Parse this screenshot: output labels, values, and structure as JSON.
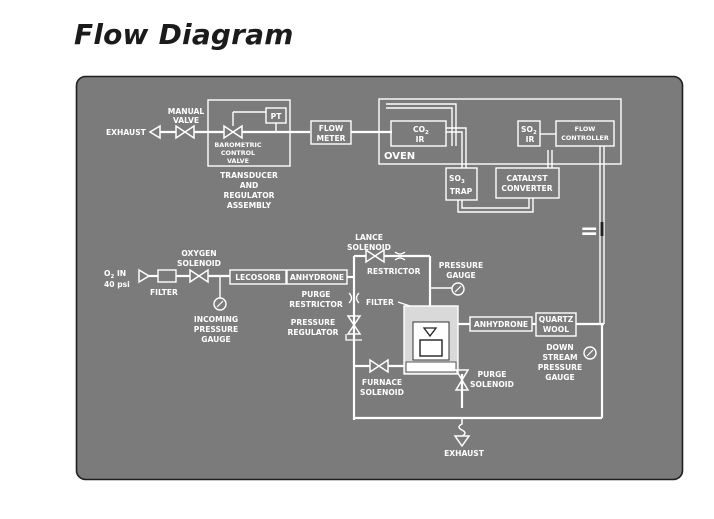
{
  "title": "Flow Diagram",
  "labels": {
    "exhaust_top": "EXHAUST",
    "manual_valve": [
      "MANUAL",
      "VALVE"
    ],
    "pt": "PT",
    "barometric": [
      "BAROMETRIC",
      "CONTROL",
      "VALVE"
    ],
    "transducer": [
      "TRANSDUCER",
      "AND",
      "REGULATOR",
      "ASSEMBLY"
    ],
    "flow_meter": [
      "FLOW",
      "METER"
    ],
    "co2_ir": [
      "CO",
      "2",
      "IR"
    ],
    "oven": "OVEN",
    "so3_trap": [
      "SO",
      "3",
      "TRAP"
    ],
    "catalyst": [
      "CATALYST",
      "CONVERTER"
    ],
    "so2_ir": [
      "SO",
      "2",
      "IR"
    ],
    "flow_controller": [
      "FLOW",
      "CONTROLLER"
    ],
    "lance_solenoid": [
      "LANCE",
      "SOLENOID"
    ],
    "restrictor": "RESTRICTOR",
    "pressure_gauge": [
      "PRESSURE",
      "GAUGE"
    ],
    "oxygen_solenoid": [
      "OXYGEN",
      "SOLENOID"
    ],
    "o2_in": [
      "O",
      "2",
      " IN",
      "40 psi"
    ],
    "filter_left": "FILTER",
    "lecosorb": "LECOSORB",
    "anhydrone_left": "ANHYDRONE",
    "purge_restrictor": [
      "PURGE",
      "RESTRICTOR"
    ],
    "filter_mid": "FILTER",
    "incoming_gauge": [
      "INCOMING",
      "PRESSURE",
      "GAUGE"
    ],
    "pressure_regulator": [
      "PRESSURE",
      "REGULATOR"
    ],
    "anhydrone_right": "ANHYDRONE",
    "quartz_wool": [
      "QUARTZ",
      "WOOL"
    ],
    "downstream_gauge": [
      "DOWN",
      "STREAM",
      "PRESSURE",
      "GAUGE"
    ],
    "furnace_solenoid": [
      "FURNACE",
      "SOLENOID"
    ],
    "purge_solenoid": [
      "PURGE",
      "SOLENOID"
    ],
    "exhaust_bottom": "EXHAUST",
    "equals": "="
  },
  "colors": {
    "panel": "#7b7b7b",
    "panel_border": "#1f1f1f",
    "line": "#ffffff",
    "title": "#1b1b1b"
  }
}
